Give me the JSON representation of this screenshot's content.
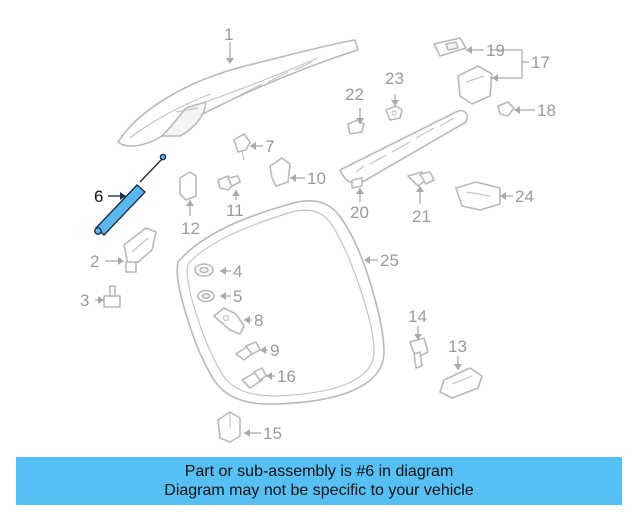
{
  "highlight": {
    "callout": "6",
    "color": "#56c0f5"
  },
  "callouts": [
    {
      "id": "1",
      "label": "1"
    },
    {
      "id": "2",
      "label": "2"
    },
    {
      "id": "3",
      "label": "3"
    },
    {
      "id": "4",
      "label": "4"
    },
    {
      "id": "5",
      "label": "5"
    },
    {
      "id": "6",
      "label": "6"
    },
    {
      "id": "7",
      "label": "7"
    },
    {
      "id": "8",
      "label": "8"
    },
    {
      "id": "9",
      "label": "9"
    },
    {
      "id": "10",
      "label": "10"
    },
    {
      "id": "11",
      "label": "11"
    },
    {
      "id": "12",
      "label": "12"
    },
    {
      "id": "13",
      "label": "13"
    },
    {
      "id": "14",
      "label": "14"
    },
    {
      "id": "15",
      "label": "15"
    },
    {
      "id": "16",
      "label": "16"
    },
    {
      "id": "17",
      "label": "17"
    },
    {
      "id": "18",
      "label": "18"
    },
    {
      "id": "19",
      "label": "19"
    },
    {
      "id": "20",
      "label": "20"
    },
    {
      "id": "21",
      "label": "21"
    },
    {
      "id": "22",
      "label": "22"
    },
    {
      "id": "23",
      "label": "23"
    },
    {
      "id": "24",
      "label": "24"
    },
    {
      "id": "25",
      "label": "25"
    }
  ],
  "banner": {
    "line1": "Part or sub-assembly is #6 in diagram",
    "line2": "Diagram may not be specific to your vehicle"
  }
}
